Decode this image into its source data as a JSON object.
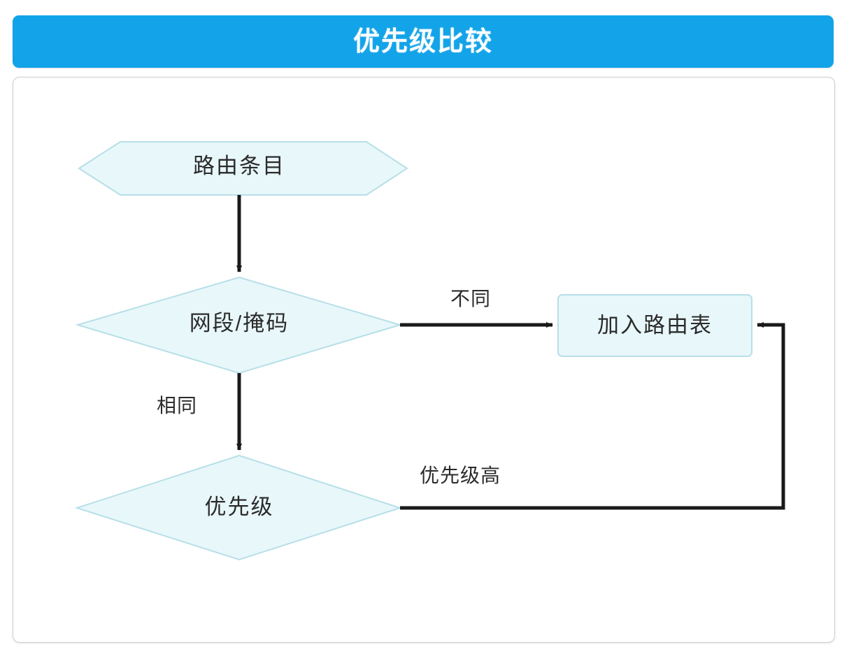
{
  "header": {
    "title": "优先级比较",
    "background_color": "#12a3e8",
    "text_color": "#ffffff"
  },
  "frame": {
    "border_color": "#cfcfcf",
    "background_color": "#ffffff"
  },
  "diagram": {
    "type": "flowchart",
    "node_fill": "#e8f7fa",
    "node_stroke": "#b7dfe8",
    "edge_color": "#1a1a1a",
    "nodes": [
      {
        "id": "route-entry",
        "shape": "hexagon",
        "label": "路由条目"
      },
      {
        "id": "net-mask",
        "shape": "diamond",
        "label": "网段/掩码"
      },
      {
        "id": "priority",
        "shape": "diamond",
        "label": "优先级"
      },
      {
        "id": "add-route",
        "shape": "rectangle",
        "label": "加入路由表"
      }
    ],
    "edges": [
      {
        "id": "entry-to-netmask",
        "from": "route-entry",
        "to": "net-mask",
        "label": ""
      },
      {
        "id": "netmask-to-addroute",
        "from": "net-mask",
        "to": "add-route",
        "label": "不同"
      },
      {
        "id": "netmask-to-priority",
        "from": "net-mask",
        "to": "priority",
        "label": "相同"
      },
      {
        "id": "priority-to-addroute",
        "from": "priority",
        "to": "add-route",
        "label": "优先级高"
      }
    ]
  }
}
